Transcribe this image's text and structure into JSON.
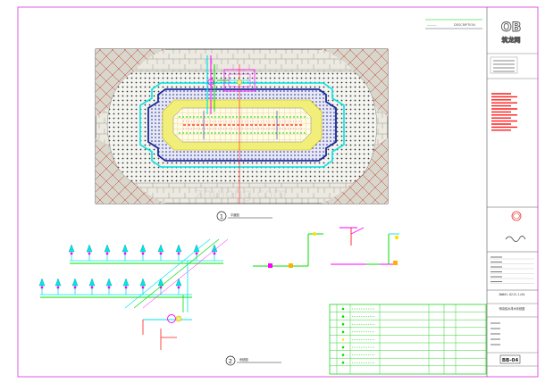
{
  "drawing": {
    "header_label": "DESCRIPTION",
    "detail_1": {
      "number": "1",
      "title": "平面图"
    },
    "detail_2": {
      "number": "2",
      "title": "系统图"
    },
    "title_block": {
      "sheet_number": "BB-04",
      "project_code": "DW001-0213-1/04",
      "drawing_name": "喷泉给水排水系统图",
      "logo_text": "筑龙网"
    },
    "colors": {
      "frame": "#d633d6",
      "paving": "#b8b8b8",
      "outer_ring": "#00e6e6",
      "inner_ring": "#1b2a99",
      "yellow_pool": "#f2ee7a",
      "pipe_cyan": "#00e6e6",
      "pipe_green": "#00dd00",
      "pipe_magenta": "#ff00ff",
      "pipe_red": "#ff1a1a",
      "table_green": "#00cc00"
    },
    "icons": [
      "nozzle-icon",
      "pump-icon",
      "section-marker-icon",
      "north-axis-line"
    ]
  }
}
